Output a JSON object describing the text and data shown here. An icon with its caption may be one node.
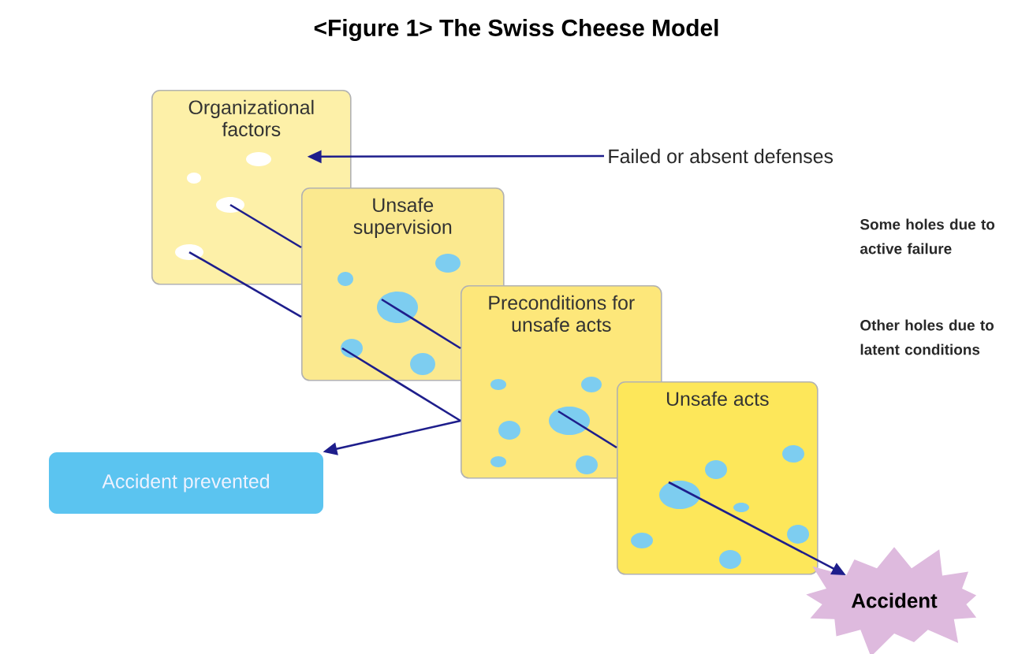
{
  "diagram": {
    "title": "<Figure 1> The Swiss Cheese Model",
    "nodes": [
      {
        "text": [
          "Organizational factors"
        ]
      },
      {
        "text": [
          "Unsafe supervision"
        ]
      },
      {
        "text": [
          "Preconditions for unsafe acts"
        ]
      },
      {
        "text": [
          "Unsafe acts"
        ]
      },
      {
        "text": [
          "Accident prevented"
        ]
      },
      {
        "text": [
          "Accident"
        ]
      },
      {
        "text": [
          "Failed or absent defenses"
        ]
      }
    ],
    "edges": [
      {
        "from": 6,
        "to": 0,
        "arrow": "to"
      },
      {
        "from": 0,
        "to": 1,
        "arrow": "none"
      },
      {
        "from": 0,
        "to": 1,
        "arrow": "none"
      },
      {
        "from": 1,
        "to": 2,
        "arrow": "none"
      },
      {
        "from": 1,
        "to": 2,
        "arrow": "none"
      },
      {
        "from": 2,
        "to": 3,
        "arrow": "none"
      },
      {
        "from": 2,
        "to": 4,
        "arrow": "to"
      },
      {
        "from": 3,
        "to": 5,
        "arrow": "to"
      }
    ],
    "labels": [
      "Some holes due to active failure",
      "Other holes due to latent conditions"
    ]
  }
}
